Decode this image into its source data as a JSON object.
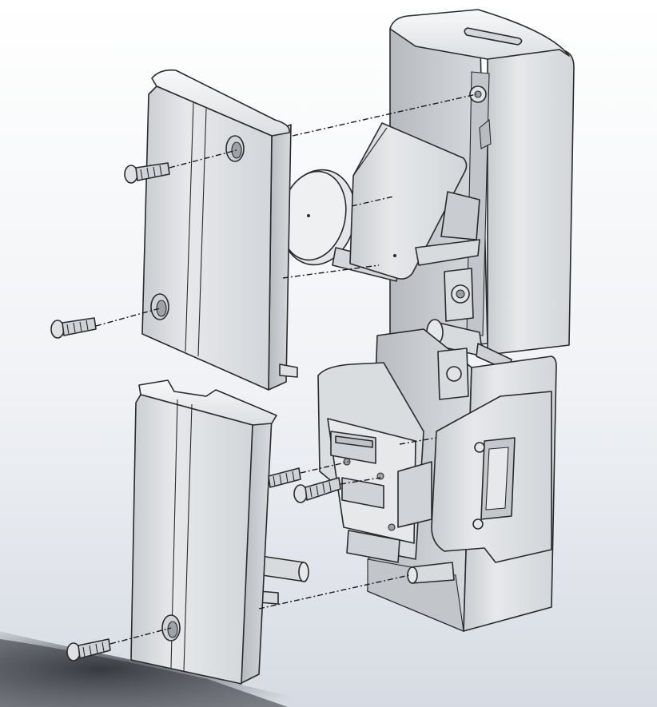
{
  "colors": {
    "background_top": "#ffffff",
    "background_bottom": "#d6dbe3",
    "part_light": "#eceef0",
    "part_mid": "#cfd2d6",
    "part_dark": "#a8acb2",
    "edge": "#2a2a2a",
    "shadow": "#4a4d52"
  },
  "parts": [
    "upper-front-cover",
    "lower-front-cover",
    "upper-housing",
    "lower-housing",
    "hinge-plate",
    "bracket-disc",
    "circuit-board",
    "mounting-bracket",
    "screw"
  ],
  "view": "exploded-assembly"
}
